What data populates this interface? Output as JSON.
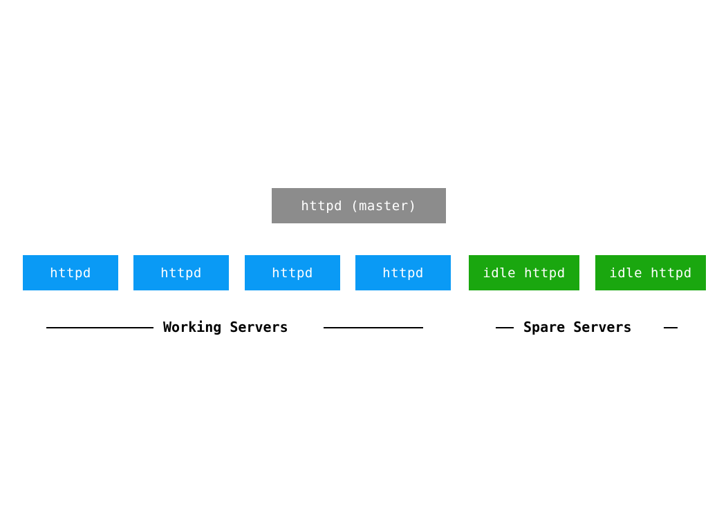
{
  "master": {
    "label": "httpd (master)",
    "color": "#8c8c8c"
  },
  "workers": [
    {
      "label": "httpd"
    },
    {
      "label": "httpd"
    },
    {
      "label": "httpd"
    },
    {
      "label": "httpd"
    }
  ],
  "spares": [
    {
      "label": "idle httpd"
    },
    {
      "label": "idle httpd"
    }
  ],
  "groups": {
    "working": {
      "label": "Working Servers",
      "color": "#0a9af5"
    },
    "spare": {
      "label": "Spare Servers",
      "color": "#1aa70f"
    }
  }
}
